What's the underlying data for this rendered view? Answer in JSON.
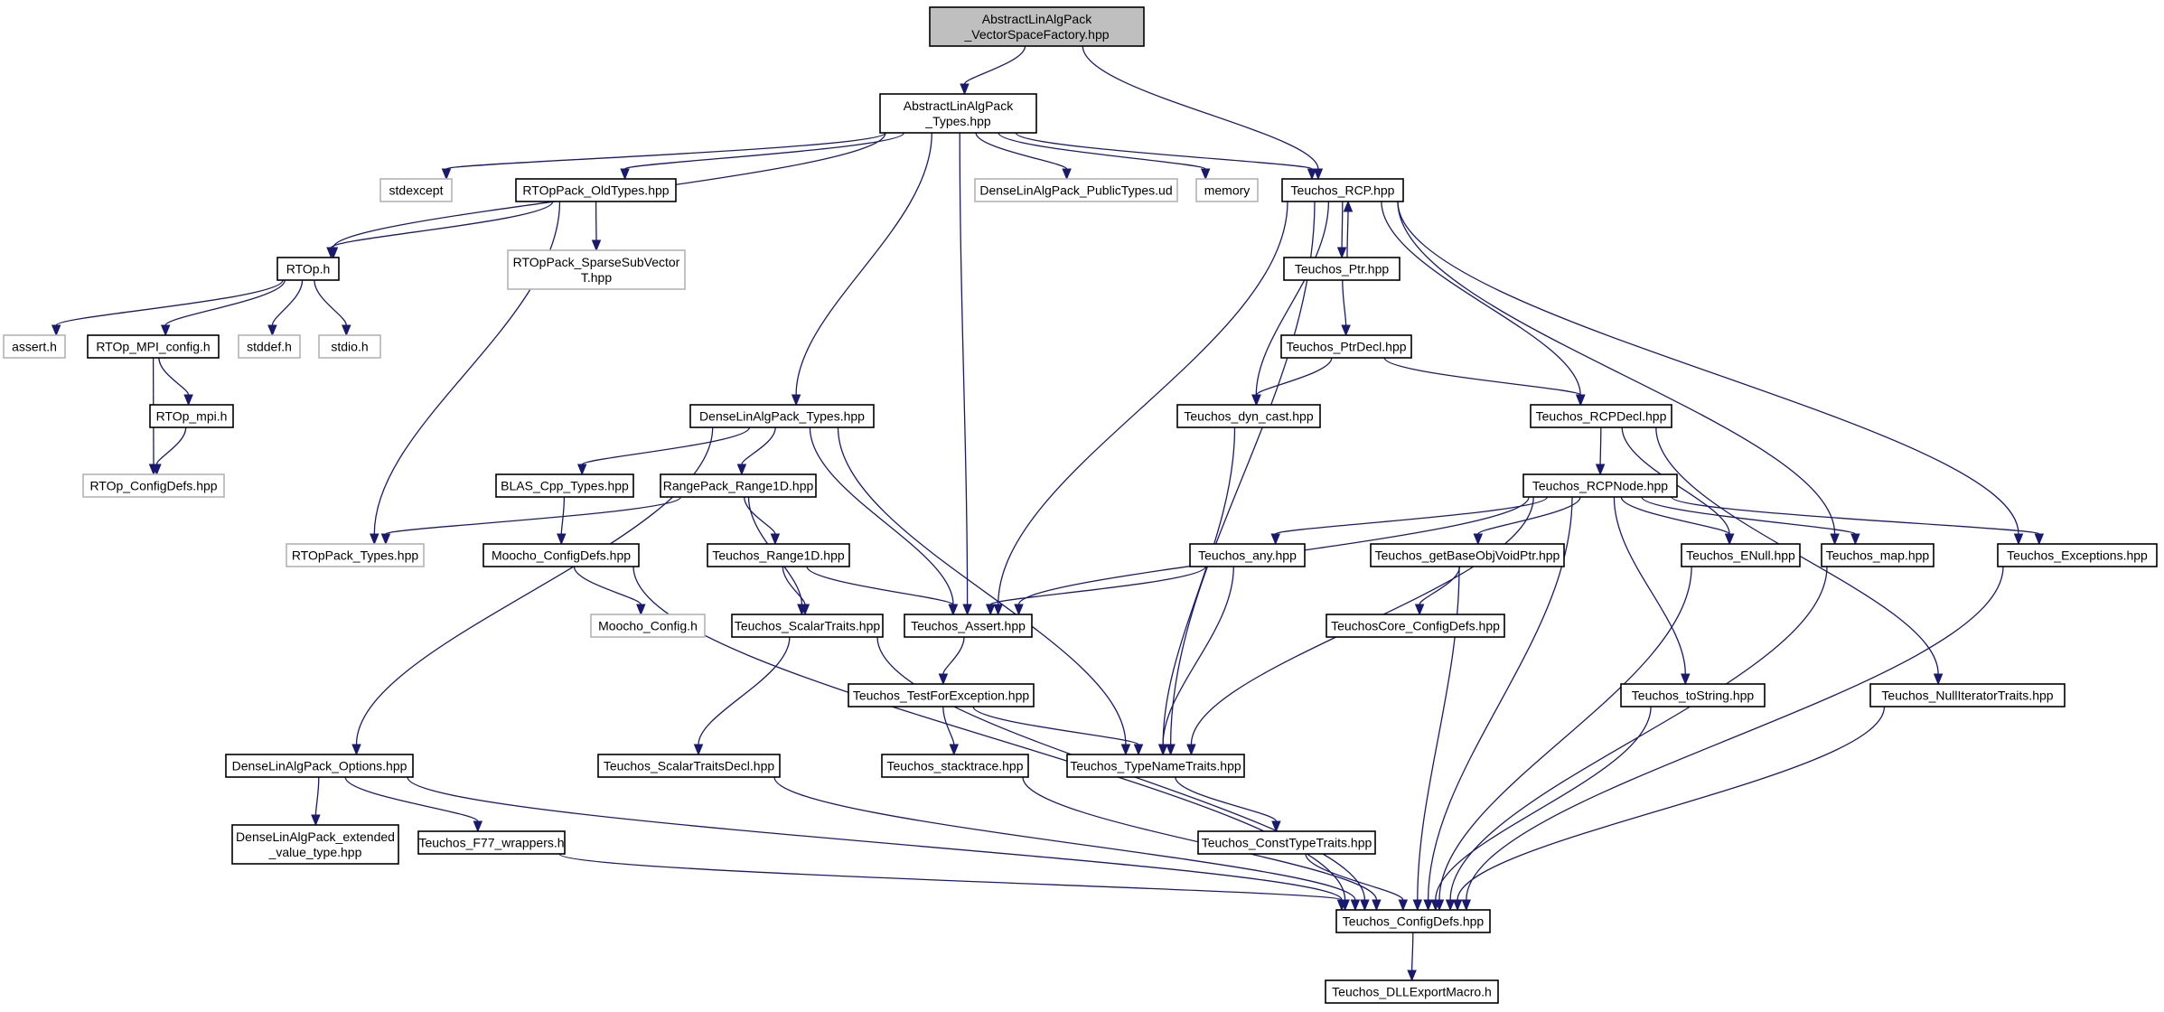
{
  "colors": {
    "edge": "#191970",
    "node_border": "#000000",
    "external_border": "#b4b4b4",
    "root_fill": "#bfbfbf"
  },
  "nodes": [
    {
      "id": "root",
      "lines": [
        "AbstractLinAlgPack",
        "_VectorSpaceFactory.hpp"
      ],
      "kind": "root"
    },
    {
      "id": "alap_types",
      "lines": [
        "AbstractLinAlgPack",
        "_Types.hpp"
      ]
    },
    {
      "id": "stdexcept",
      "lines": [
        "stdexcept"
      ],
      "kind": "external"
    },
    {
      "id": "rtop_oldtypes",
      "lines": [
        "RTOpPack_OldTypes.hpp"
      ]
    },
    {
      "id": "dlap_publictypes",
      "lines": [
        "DenseLinAlgPack_PublicTypes.ud"
      ],
      "kind": "external"
    },
    {
      "id": "memory",
      "lines": [
        "memory"
      ],
      "kind": "external"
    },
    {
      "id": "teuchos_rcp",
      "lines": [
        "Teuchos_RCP.hpp"
      ]
    },
    {
      "id": "rtop_h",
      "lines": [
        "RTOp.h"
      ]
    },
    {
      "id": "rtop_sparse",
      "lines": [
        "RTOpPack_SparseSubVector",
        "T.hpp"
      ],
      "kind": "external"
    },
    {
      "id": "teuchos_ptr",
      "lines": [
        "Teuchos_Ptr.hpp"
      ]
    },
    {
      "id": "assert_h",
      "lines": [
        "assert.h"
      ],
      "kind": "external"
    },
    {
      "id": "rtop_mpi_config",
      "lines": [
        "RTOp_MPI_config.h"
      ]
    },
    {
      "id": "stddef_h",
      "lines": [
        "stddef.h"
      ],
      "kind": "external"
    },
    {
      "id": "stdio_h",
      "lines": [
        "stdio.h"
      ],
      "kind": "external"
    },
    {
      "id": "teuchos_ptrdecl",
      "lines": [
        "Teuchos_PtrDecl.hpp"
      ]
    },
    {
      "id": "rtop_mpi",
      "lines": [
        "RTOp_mpi.h"
      ]
    },
    {
      "id": "dlap_types",
      "lines": [
        "DenseLinAlgPack_Types.hpp"
      ]
    },
    {
      "id": "teuchos_dyn_cast",
      "lines": [
        "Teuchos_dyn_cast.hpp"
      ]
    },
    {
      "id": "teuchos_rcpdecl",
      "lines": [
        "Teuchos_RCPDecl.hpp"
      ]
    },
    {
      "id": "rtop_configdefs",
      "lines": [
        "RTOp_ConfigDefs.hpp"
      ],
      "kind": "external"
    },
    {
      "id": "blas_cpp_types",
      "lines": [
        "BLAS_Cpp_Types.hpp"
      ]
    },
    {
      "id": "rangepack_range1d",
      "lines": [
        "RangePack_Range1D.hpp"
      ]
    },
    {
      "id": "teuchos_rcpnode",
      "lines": [
        "Teuchos_RCPNode.hpp"
      ]
    },
    {
      "id": "rtoppack_types",
      "lines": [
        "RTOpPack_Types.hpp"
      ],
      "kind": "external"
    },
    {
      "id": "moocho_configdefs",
      "lines": [
        "Moocho_ConfigDefs.hpp"
      ]
    },
    {
      "id": "teuchos_range1d",
      "lines": [
        "Teuchos_Range1D.hpp"
      ]
    },
    {
      "id": "teuchos_any",
      "lines": [
        "Teuchos_any.hpp"
      ]
    },
    {
      "id": "teuchos_getbaseobj",
      "lines": [
        "Teuchos_getBaseObjVoidPtr.hpp"
      ]
    },
    {
      "id": "teuchos_enull",
      "lines": [
        "Teuchos_ENull.hpp"
      ]
    },
    {
      "id": "teuchos_map",
      "lines": [
        "Teuchos_map.hpp"
      ]
    },
    {
      "id": "teuchos_exceptions",
      "lines": [
        "Teuchos_Exceptions.hpp"
      ]
    },
    {
      "id": "moocho_config",
      "lines": [
        "Moocho_Config.h"
      ],
      "kind": "external"
    },
    {
      "id": "teuchos_scalartraits",
      "lines": [
        "Teuchos_ScalarTraits.hpp"
      ]
    },
    {
      "id": "teuchos_assert",
      "lines": [
        "Teuchos_Assert.hpp"
      ]
    },
    {
      "id": "teuchoscore_configdefs",
      "lines": [
        "TeuchosCore_ConfigDefs.hpp"
      ]
    },
    {
      "id": "teuchos_testforexc",
      "lines": [
        "Teuchos_TestForException.hpp"
      ]
    },
    {
      "id": "teuchos_tostring",
      "lines": [
        "Teuchos_toString.hpp"
      ]
    },
    {
      "id": "teuchos_nulliter",
      "lines": [
        "Teuchos_NullIteratorTraits.hpp"
      ]
    },
    {
      "id": "dlap_options",
      "lines": [
        "DenseLinAlgPack_Options.hpp"
      ]
    },
    {
      "id": "teuchos_scalartraitsdecl",
      "lines": [
        "Teuchos_ScalarTraitsDecl.hpp"
      ]
    },
    {
      "id": "teuchos_stacktrace",
      "lines": [
        "Teuchos_stacktrace.hpp"
      ]
    },
    {
      "id": "teuchos_typenametraits",
      "lines": [
        "Teuchos_TypeNameTraits.hpp"
      ]
    },
    {
      "id": "dlap_extended",
      "lines": [
        "DenseLinAlgPack_extended",
        "_value_type.hpp"
      ]
    },
    {
      "id": "teuchos_f77",
      "lines": [
        "Teuchos_F77_wrappers.h"
      ]
    },
    {
      "id": "teuchos_consttypetraits",
      "lines": [
        "Teuchos_ConstTypeTraits.hpp"
      ]
    },
    {
      "id": "teuchos_configdefs",
      "lines": [
        "Teuchos_ConfigDefs.hpp"
      ]
    },
    {
      "id": "teuchos_dllexport",
      "lines": [
        "Teuchos_DLLExportMacro.h"
      ]
    }
  ],
  "edges": [
    [
      "root",
      "alap_types"
    ],
    [
      "root",
      "teuchos_rcp"
    ],
    [
      "alap_types",
      "stdexcept"
    ],
    [
      "alap_types",
      "rtop_oldtypes"
    ],
    [
      "alap_types",
      "dlap_publictypes"
    ],
    [
      "alap_types",
      "memory"
    ],
    [
      "alap_types",
      "teuchos_rcp"
    ],
    [
      "alap_types",
      "rtop_h"
    ],
    [
      "alap_types",
      "dlap_types"
    ],
    [
      "alap_types",
      "teuchos_assert"
    ],
    [
      "rtop_oldtypes",
      "rtop_h"
    ],
    [
      "rtop_oldtypes",
      "rtop_sparse"
    ],
    [
      "rtop_oldtypes",
      "rtoppack_types"
    ],
    [
      "rtop_h",
      "assert_h"
    ],
    [
      "rtop_h",
      "rtop_mpi_config"
    ],
    [
      "rtop_h",
      "stddef_h"
    ],
    [
      "rtop_h",
      "stdio_h"
    ],
    [
      "rtop_mpi_config",
      "rtop_mpi"
    ],
    [
      "rtop_mpi_config",
      "rtop_configdefs"
    ],
    [
      "rtop_mpi",
      "rtop_configdefs"
    ],
    [
      "teuchos_rcp",
      "teuchos_ptr"
    ],
    [
      "teuchos_ptr",
      "teuchos_rcp"
    ],
    [
      "teuchos_rcp",
      "teuchos_dyn_cast"
    ],
    [
      "teuchos_rcp",
      "teuchos_rcpdecl"
    ],
    [
      "teuchos_rcp",
      "teuchos_assert"
    ],
    [
      "teuchos_rcp",
      "teuchos_typenametraits"
    ],
    [
      "teuchos_rcp",
      "teuchos_map"
    ],
    [
      "teuchos_rcp",
      "teuchos_exceptions"
    ],
    [
      "teuchos_ptr",
      "teuchos_ptrdecl"
    ],
    [
      "teuchos_ptrdecl",
      "teuchos_dyn_cast"
    ],
    [
      "teuchos_ptrdecl",
      "teuchos_rcpdecl"
    ],
    [
      "teuchos_dyn_cast",
      "teuchos_typenametraits"
    ],
    [
      "teuchos_rcpdecl",
      "teuchos_rcpnode"
    ],
    [
      "teuchos_rcpdecl",
      "teuchos_enull"
    ],
    [
      "teuchos_rcpdecl",
      "teuchos_nulliter"
    ],
    [
      "teuchos_rcpnode",
      "teuchos_assert"
    ],
    [
      "teuchos_rcpnode",
      "teuchos_any"
    ],
    [
      "teuchos_rcpnode",
      "teuchos_getbaseobj"
    ],
    [
      "teuchos_rcpnode",
      "teuchos_enull"
    ],
    [
      "teuchos_rcpnode",
      "teuchos_map"
    ],
    [
      "teuchos_rcpnode",
      "teuchos_exceptions"
    ],
    [
      "teuchos_rcpnode",
      "teuchos_typenametraits"
    ],
    [
      "teuchos_rcpnode",
      "teuchos_tostring"
    ],
    [
      "teuchos_rcpnode",
      "teuchos_configdefs"
    ],
    [
      "teuchos_any",
      "teuchos_assert"
    ],
    [
      "teuchos_any",
      "teuchos_typenametraits"
    ],
    [
      "teuchos_getbaseobj",
      "teuchoscore_configdefs"
    ],
    [
      "teuchos_getbaseobj",
      "teuchos_configdefs"
    ],
    [
      "teuchos_enull",
      "teuchos_configdefs"
    ],
    [
      "teuchos_map",
      "teuchos_configdefs"
    ],
    [
      "teuchos_exceptions",
      "teuchos_configdefs"
    ],
    [
      "teuchos_tostring",
      "teuchos_configdefs"
    ],
    [
      "teuchos_nulliter",
      "teuchos_configdefs"
    ],
    [
      "dlap_types",
      "blas_cpp_types"
    ],
    [
      "dlap_types",
      "rangepack_range1d"
    ],
    [
      "dlap_types",
      "teuchos_assert"
    ],
    [
      "dlap_types",
      "teuchos_typenametraits"
    ],
    [
      "dlap_types",
      "dlap_options"
    ],
    [
      "blas_cpp_types",
      "moocho_configdefs"
    ],
    [
      "rangepack_range1d",
      "rtoppack_types"
    ],
    [
      "rangepack_range1d",
      "teuchos_range1d"
    ],
    [
      "rangepack_range1d",
      "teuchos_scalartraits"
    ],
    [
      "moocho_configdefs",
      "moocho_config"
    ],
    [
      "moocho_configdefs",
      "teuchos_configdefs"
    ],
    [
      "teuchos_range1d",
      "teuchos_scalartraits"
    ],
    [
      "teuchos_range1d",
      "teuchos_assert"
    ],
    [
      "teuchos_scalartraits",
      "teuchos_scalartraitsdecl"
    ],
    [
      "teuchos_scalartraits",
      "teuchos_configdefs"
    ],
    [
      "teuchos_assert",
      "teuchos_testforexc"
    ],
    [
      "teuchos_testforexc",
      "teuchos_stacktrace"
    ],
    [
      "teuchos_testforexc",
      "teuchos_typenametraits"
    ],
    [
      "teuchos_scalartraitsdecl",
      "teuchos_configdefs"
    ],
    [
      "teuchos_stacktrace",
      "teuchos_configdefs"
    ],
    [
      "teuchos_typenametraits",
      "teuchos_consttypetraits"
    ],
    [
      "teuchos_consttypetraits",
      "teuchos_configdefs"
    ],
    [
      "dlap_options",
      "dlap_extended"
    ],
    [
      "dlap_options",
      "teuchos_f77"
    ],
    [
      "dlap_options",
      "teuchos_configdefs"
    ],
    [
      "teuchos_f77",
      "teuchos_configdefs"
    ],
    [
      "teuchos_configdefs",
      "teuchos_dllexport"
    ]
  ]
}
